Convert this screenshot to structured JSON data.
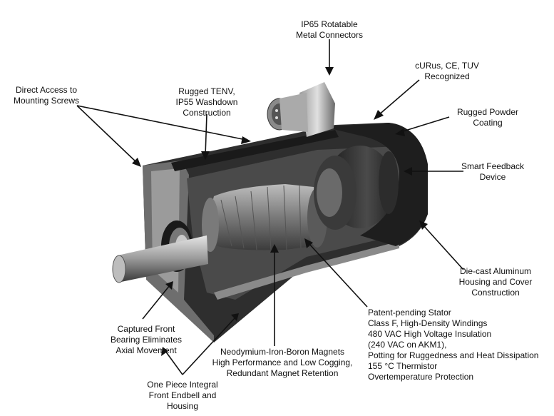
{
  "labels": {
    "ip65": [
      "IP65 Rotatable",
      "Metal Connectors"
    ],
    "curus": [
      "cURus, CE, TUV",
      "Recognized"
    ],
    "direct_access": [
      "Direct Access to",
      "Mounting Screws"
    ],
    "tenv": [
      "Rugged TENV,",
      "IP55 Washdown",
      "Construction"
    ],
    "powder": [
      "Rugged Powder",
      "Coating"
    ],
    "feedback": [
      "Smart Feedback",
      "Device"
    ],
    "diecast": [
      "Die-cast Aluminum",
      "Housing and Cover",
      "Construction"
    ],
    "stator": [
      "Patent-pending Stator",
      "Class F, High-Density Windings",
      "480 VAC High Voltage Insulation",
      "(240 VAC on AKM1),",
      "Potting for Ruggedness and Heat Dissipation",
      "155 °C Thermistor",
      "Overtemperature Protection"
    ],
    "bearing": [
      "Captured Front",
      "Bearing Eliminates",
      "Axial Movement"
    ],
    "magnets": [
      "Neodymium-Iron-Boron Magnets",
      "High Performance and Low Cogging,",
      "Redundant Magnet Retention"
    ],
    "endbell": [
      "One Piece Integral",
      "Front Endbell and",
      "Housing"
    ]
  },
  "colors": {
    "ink": "#111111",
    "housing_dark": "#2a2a2a",
    "housing_mid": "#5a5a5a",
    "metal_light": "#c8c8c8",
    "winding": "#8a8a8a"
  }
}
